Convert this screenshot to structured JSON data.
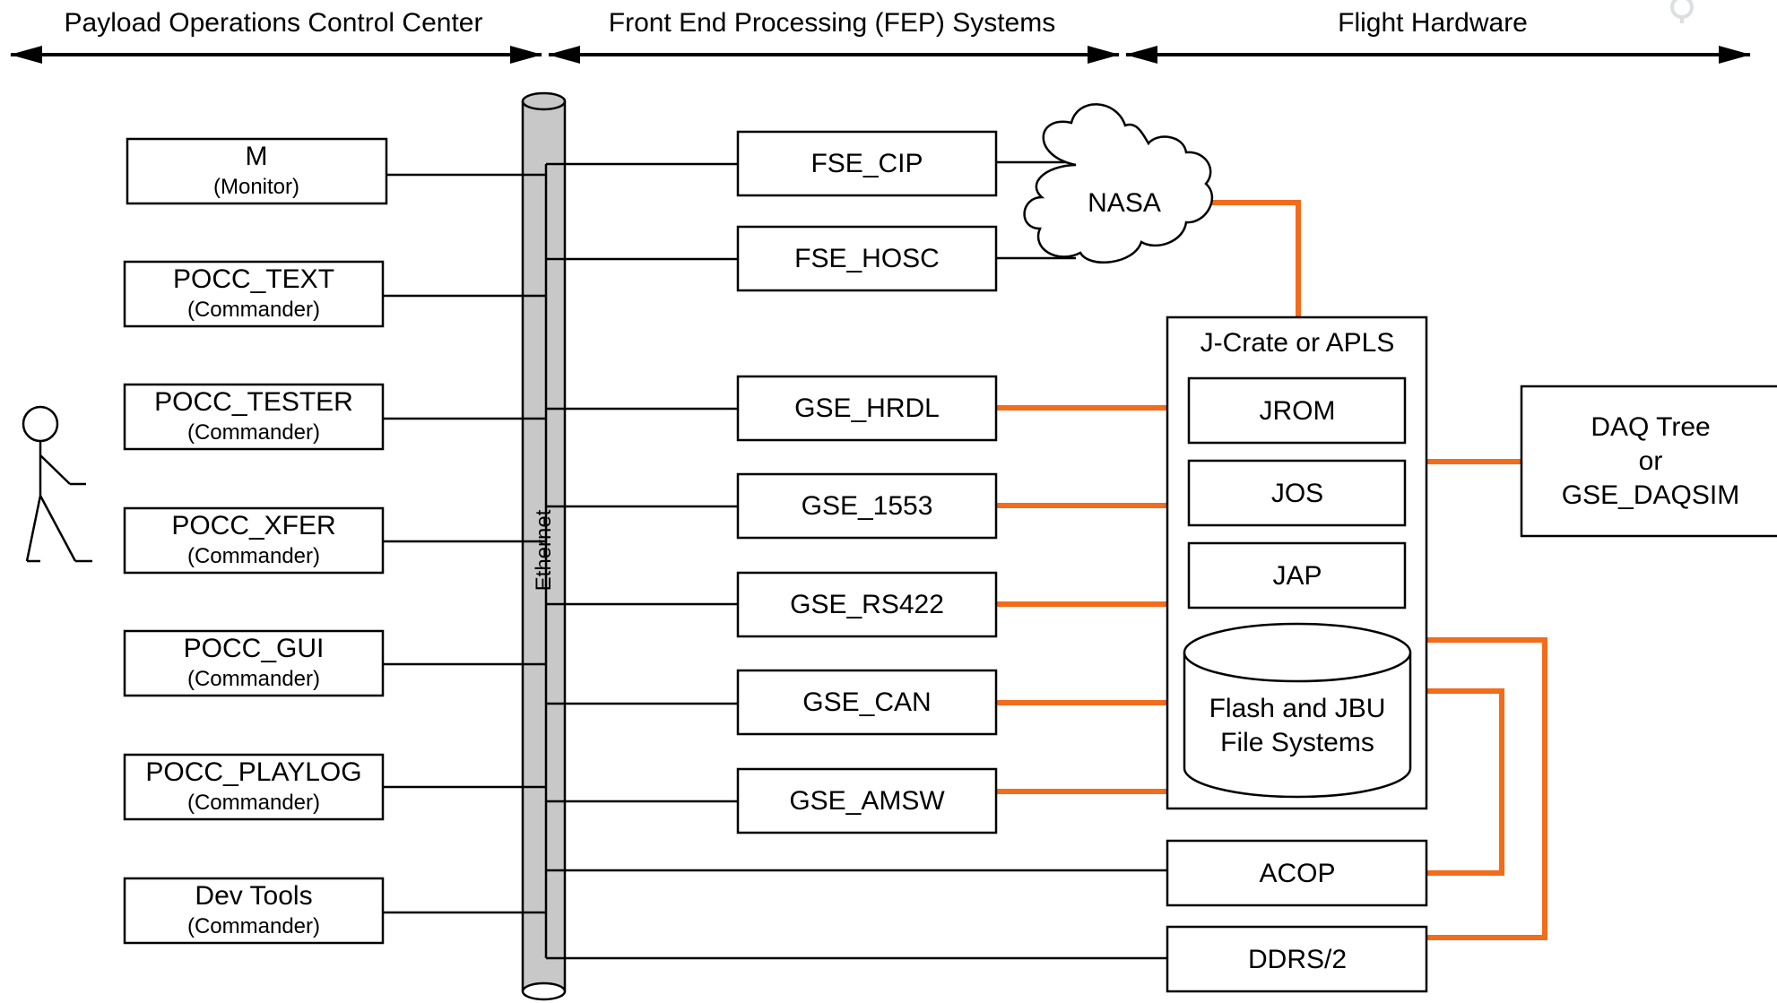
{
  "headers": {
    "pocc": "Payload Operations Control Center",
    "fep": "Front End Processing (FEP) Systems",
    "flight": "Flight Hardware"
  },
  "bus": {
    "label": "Ethernet"
  },
  "pocc_boxes": [
    {
      "name": "M",
      "role": "(Monitor)"
    },
    {
      "name": "POCC_TEXT",
      "role": "(Commander)"
    },
    {
      "name": "POCC_TESTER",
      "role": "(Commander)"
    },
    {
      "name": "POCC_XFER",
      "role": "(Commander)"
    },
    {
      "name": "POCC_GUI",
      "role": "(Commander)"
    },
    {
      "name": "POCC_PLAYLOG",
      "role": "(Commander)"
    },
    {
      "name": "Dev Tools",
      "role": "(Commander)"
    }
  ],
  "fep_boxes": [
    "FSE_CIP",
    "FSE_HOSC",
    "GSE_HRDL",
    "GSE_1553",
    "GSE_RS422",
    "GSE_CAN",
    "GSE_AMSW"
  ],
  "cloud": "NASA",
  "crate": {
    "title": "J-Crate or APLS",
    "modules": [
      "JROM",
      "JOS",
      "JAP"
    ],
    "storage": [
      "Flash and JBU",
      "File Systems"
    ]
  },
  "daq": [
    "DAQ Tree",
    "or",
    "GSE_DAQSIM"
  ],
  "acop": "ACOP",
  "ddrs": "DDRS/2",
  "colors": {
    "link": "#f26c1c",
    "bus_fill": "#c8c8c8",
    "line": "#000000"
  }
}
